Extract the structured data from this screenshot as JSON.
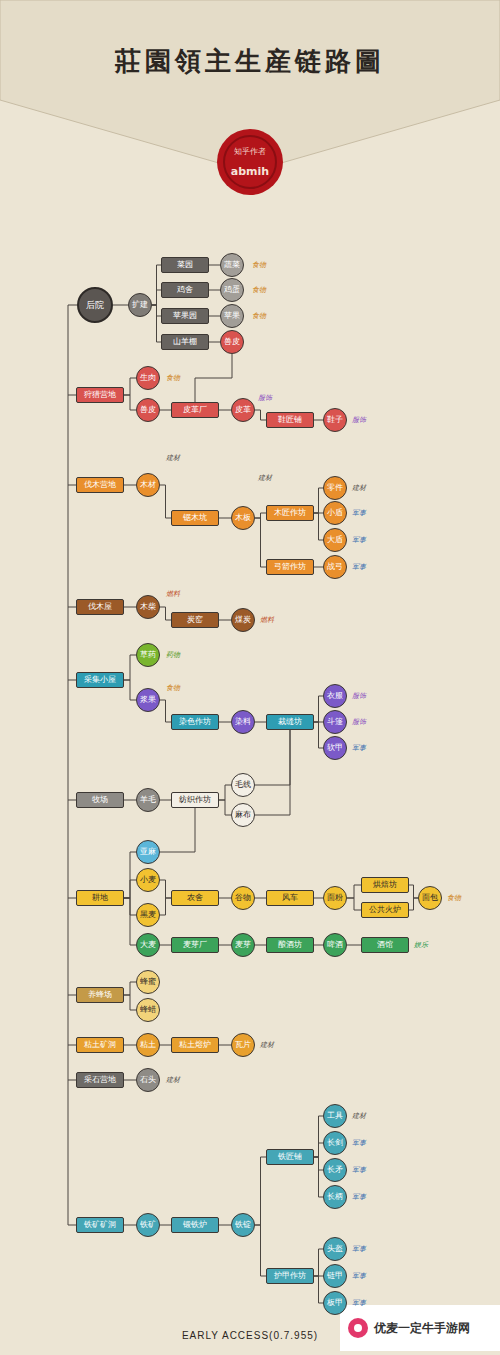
{
  "diagram": {
    "title": "莊園領主生産链路圖",
    "nodes": [
      {
        "text": [
          "后院"
        ]
      },
      {
        "text": [
          "扩建"
        ]
      },
      {
        "text": [
          "菜园"
        ]
      },
      {
        "text": [
          "蔬菜"
        ]
      },
      {
        "text": [
          "鸡舍"
        ]
      },
      {
        "text": [
          "鸡蛋"
        ]
      },
      {
        "text": [
          "苹果园"
        ]
      },
      {
        "text": [
          "苹果"
        ]
      },
      {
        "text": [
          "山羊棚"
        ]
      },
      {
        "text": [
          "兽皮"
        ]
      },
      {
        "text": [
          "狩猎营地"
        ]
      },
      {
        "text": [
          "生肉"
        ]
      },
      {
        "text": [
          "兽皮"
        ]
      },
      {
        "text": [
          "皮革厂"
        ]
      },
      {
        "text": [
          "皮革"
        ]
      },
      {
        "text": [
          "鞋匠铺"
        ]
      },
      {
        "text": [
          "鞋子"
        ]
      },
      {
        "text": [
          "伐木营地"
        ]
      },
      {
        "text": [
          "木材"
        ]
      },
      {
        "text": [
          "锯木坑"
        ]
      },
      {
        "text": [
          "木板"
        ]
      },
      {
        "text": [
          "木匠作坊"
        ]
      },
      {
        "text": [
          "零件"
        ]
      },
      {
        "text": [
          "小盾"
        ]
      },
      {
        "text": [
          "大盾"
        ]
      },
      {
        "text": [
          "弓箭作坊"
        ]
      },
      {
        "text": [
          "战弓"
        ]
      },
      {
        "text": [
          "伐木屋"
        ]
      },
      {
        "text": [
          "木柴"
        ]
      },
      {
        "text": [
          "炭窑"
        ]
      },
      {
        "text": [
          "煤炭"
        ]
      },
      {
        "text": [
          "采集小屋"
        ]
      },
      {
        "text": [
          "草药"
        ]
      },
      {
        "text": [
          "浆果"
        ]
      },
      {
        "text": [
          "染色作坊"
        ]
      },
      {
        "text": [
          "染料"
        ]
      },
      {
        "text": [
          "裁缝坊"
        ]
      },
      {
        "text": [
          "衣服"
        ]
      },
      {
        "text": [
          "斗篷"
        ]
      },
      {
        "text": [
          "软甲"
        ]
      },
      {
        "text": [
          "牧场"
        ]
      },
      {
        "text": [
          "羊毛"
        ]
      },
      {
        "text": [
          "纺织作坊"
        ]
      },
      {
        "text": [
          "毛线"
        ]
      },
      {
        "text": [
          "麻布"
        ]
      },
      {
        "text": [
          "耕地"
        ]
      },
      {
        "text": [
          "亚麻"
        ]
      },
      {
        "text": [
          "小麦"
        ]
      },
      {
        "text": [
          "农舍"
        ]
      },
      {
        "text": [
          "黑麦"
        ]
      },
      {
        "text": [
          "谷物"
        ]
      },
      {
        "text": [
          "风车"
        ]
      },
      {
        "text": [
          "面粉"
        ]
      },
      {
        "text": [
          "烘焙坊"
        ]
      },
      {
        "text": [
          "公共火炉"
        ]
      },
      {
        "text": [
          "面包"
        ]
      },
      {
        "text": [
          "大麦"
        ]
      },
      {
        "text": [
          "麦芽厂"
        ]
      },
      {
        "text": [
          "麦芽"
        ]
      },
      {
        "text": [
          "酿酒坊"
        ]
      },
      {
        "text": [
          "啤酒"
        ]
      },
      {
        "text": [
          "酒馆"
        ]
      },
      {
        "text": [
          "养蜂场"
        ]
      },
      {
        "text": [
          "蜂蜜"
        ]
      },
      {
        "text": [
          "蜂蜡"
        ]
      },
      {
        "text": [
          "粘土矿洞"
        ]
      },
      {
        "text": [
          "粘土"
        ]
      },
      {
        "text": [
          "粘土熔炉"
        ]
      },
      {
        "text": [
          "瓦片"
        ]
      },
      {
        "text": [
          "采石营地"
        ]
      },
      {
        "text": [
          "石头"
        ]
      },
      {
        "text": [
          "铁矿矿洞"
        ]
      },
      {
        "text": [
          "铁矿"
        ]
      },
      {
        "text": [
          "锻铁炉"
        ]
      },
      {
        "text": [
          "铁锭"
        ]
      },
      {
        "text": [
          "铁匠铺"
        ]
      },
      {
        "text": [
          "工具"
        ]
      },
      {
        "text": [
          "长剑"
        ]
      },
      {
        "text": [
          "长矛"
        ]
      },
      {
        "text": [
          "长柄"
        ]
      },
      {
        "text": [
          "护甲作坊"
        ]
      },
      {
        "text": [
          "头盔"
        ]
      },
      {
        "text": [
          "链甲"
        ]
      },
      {
        "text": [
          "板甲"
        ]
      }
    ],
    "edges": [
      {
        "from": 0,
        "to": 1,
        "arrow": "none"
      },
      {
        "from": 1,
        "to": 2,
        "arrow": "none"
      },
      {
        "from": 1,
        "to": 4,
        "arrow": "none"
      },
      {
        "from": 1,
        "to": 6,
        "arrow": "none"
      },
      {
        "from": 1,
        "to": 8,
        "arrow": "none"
      },
      {
        "from": 2,
        "to": 3,
        "arrow": "none"
      },
      {
        "from": 4,
        "to": 5,
        "arrow": "none"
      },
      {
        "from": 6,
        "to": 7,
        "arrow": "none"
      },
      {
        "from": 8,
        "to": 9,
        "arrow": "none"
      },
      {
        "from": 9,
        "to": 13,
        "arrow": "none"
      },
      {
        "from": 10,
        "to": 11,
        "arrow": "none"
      },
      {
        "from": 10,
        "to": 12,
        "arrow": "none"
      },
      {
        "from": 12,
        "to": 13,
        "arrow": "none"
      },
      {
        "from": 13,
        "to": 14,
        "arrow": "none"
      },
      {
        "from": 14,
        "to": 15,
        "arrow": "none"
      },
      {
        "from": 15,
        "to": 16,
        "arrow": "none"
      },
      {
        "from": 17,
        "to": 18,
        "arrow": "none"
      },
      {
        "from": 18,
        "to": 19,
        "arrow": "none"
      },
      {
        "from": 19,
        "to": 20,
        "arrow": "none"
      },
      {
        "from": 20,
        "to": 21,
        "arrow": "none"
      },
      {
        "from": 20,
        "to": 25,
        "arrow": "none"
      },
      {
        "from": 21,
        "to": 22,
        "arrow": "none"
      },
      {
        "from": 21,
        "to": 23,
        "arrow": "none"
      },
      {
        "from": 21,
        "to": 24,
        "arrow": "none"
      },
      {
        "from": 25,
        "to": 26,
        "arrow": "none"
      },
      {
        "from": 27,
        "to": 28,
        "arrow": "none"
      },
      {
        "from": 28,
        "to": 29,
        "arrow": "none"
      },
      {
        "from": 29,
        "to": 30,
        "arrow": "none"
      },
      {
        "from": 31,
        "to": 32,
        "arrow": "none"
      },
      {
        "from": 31,
        "to": 33,
        "arrow": "none"
      },
      {
        "from": 33,
        "to": 34,
        "arrow": "none"
      },
      {
        "from": 34,
        "to": 35,
        "arrow": "none"
      },
      {
        "from": 35,
        "to": 36,
        "arrow": "none"
      },
      {
        "from": 36,
        "to": 37,
        "arrow": "none"
      },
      {
        "from": 36,
        "to": 38,
        "arrow": "none"
      },
      {
        "from": 36,
        "to": 39,
        "arrow": "none"
      },
      {
        "from": 40,
        "to": 41,
        "arrow": "none"
      },
      {
        "from": 41,
        "to": 42,
        "arrow": "none"
      },
      {
        "from": 42,
        "to": 43,
        "arrow": "none"
      },
      {
        "from": 42,
        "to": 44,
        "arrow": "none"
      },
      {
        "from": 43,
        "to": 36,
        "arrow": "none"
      },
      {
        "from": 44,
        "to": 36,
        "arrow": "none"
      },
      {
        "from": 46,
        "to": 42,
        "arrow": "none"
      },
      {
        "from": 45,
        "to": 46,
        "arrow": "none"
      },
      {
        "from": 45,
        "to": 47,
        "arrow": "none"
      },
      {
        "from": 45,
        "to": 49,
        "arrow": "none"
      },
      {
        "from": 45,
        "to": 56,
        "arrow": "none"
      },
      {
        "from": 47,
        "to": 48,
        "arrow": "none"
      },
      {
        "from": 49,
        "to": 48,
        "arrow": "none"
      },
      {
        "from": 48,
        "to": 50,
        "arrow": "none"
      },
      {
        "from": 50,
        "to": 51,
        "arrow": "none"
      },
      {
        "from": 51,
        "to": 52,
        "arrow": "none"
      },
      {
        "from": 52,
        "to": 53,
        "arrow": "none"
      },
      {
        "from": 52,
        "to": 54,
        "arrow": "none"
      },
      {
        "from": 53,
        "to": 55,
        "arrow": "none"
      },
      {
        "from": 54,
        "to": 55,
        "arrow": "none"
      },
      {
        "from": 56,
        "to": 57,
        "arrow": "none"
      },
      {
        "from": 57,
        "to": 58,
        "arrow": "none"
      },
      {
        "from": 58,
        "to": 59,
        "arrow": "none"
      },
      {
        "from": 59,
        "to": 60,
        "arrow": "none"
      },
      {
        "from": 60,
        "to": 61,
        "arrow": "none"
      },
      {
        "from": 62,
        "to": 63,
        "arrow": "none"
      },
      {
        "from": 62,
        "to": 64,
        "arrow": "none"
      },
      {
        "from": 65,
        "to": 66,
        "arrow": "none"
      },
      {
        "from": 66,
        "to": 67,
        "arrow": "none"
      },
      {
        "from": 67,
        "to": 68,
        "arrow": "none"
      },
      {
        "from": 69,
        "to": 70,
        "arrow": "none"
      },
      {
        "from": 71,
        "to": 72,
        "arrow": "none"
      },
      {
        "from": 72,
        "to": 73,
        "arrow": "none"
      },
      {
        "from": 73,
        "to": 74,
        "arrow": "none"
      },
      {
        "from": 74,
        "to": 75,
        "arrow": "none"
      },
      {
        "from": 74,
        "to": 80,
        "arrow": "none"
      },
      {
        "from": 75,
        "to": 76,
        "arrow": "none"
      },
      {
        "from": 75,
        "to": 77,
        "arrow": "none"
      },
      {
        "from": 75,
        "to": 78,
        "arrow": "none"
      },
      {
        "from": 75,
        "to": 79,
        "arrow": "none"
      },
      {
        "from": 80,
        "to": 81,
        "arrow": "none"
      },
      {
        "from": 80,
        "to": 82,
        "arrow": "none"
      },
      {
        "from": 80,
        "to": 83,
        "arrow": "none"
      }
    ],
    "labels": [
      "知乎作者",
      "abmih",
      "食物",
      "食物",
      "食物",
      "食物",
      "服饰",
      "服饰",
      "建材",
      "建材",
      "建材",
      "军事",
      "军事",
      "军事",
      "燃料",
      "燃料",
      "药物",
      "食物",
      "服饰",
      "服饰",
      "军事",
      "食物",
      "娱乐",
      "建材",
      "建材",
      "建材",
      "军事",
      "军事",
      "军事",
      "军事",
      "军事",
      "军事",
      "EARLY ACCESS(0.7.955)",
      "优麦一定牛手游网"
    ]
  }
}
